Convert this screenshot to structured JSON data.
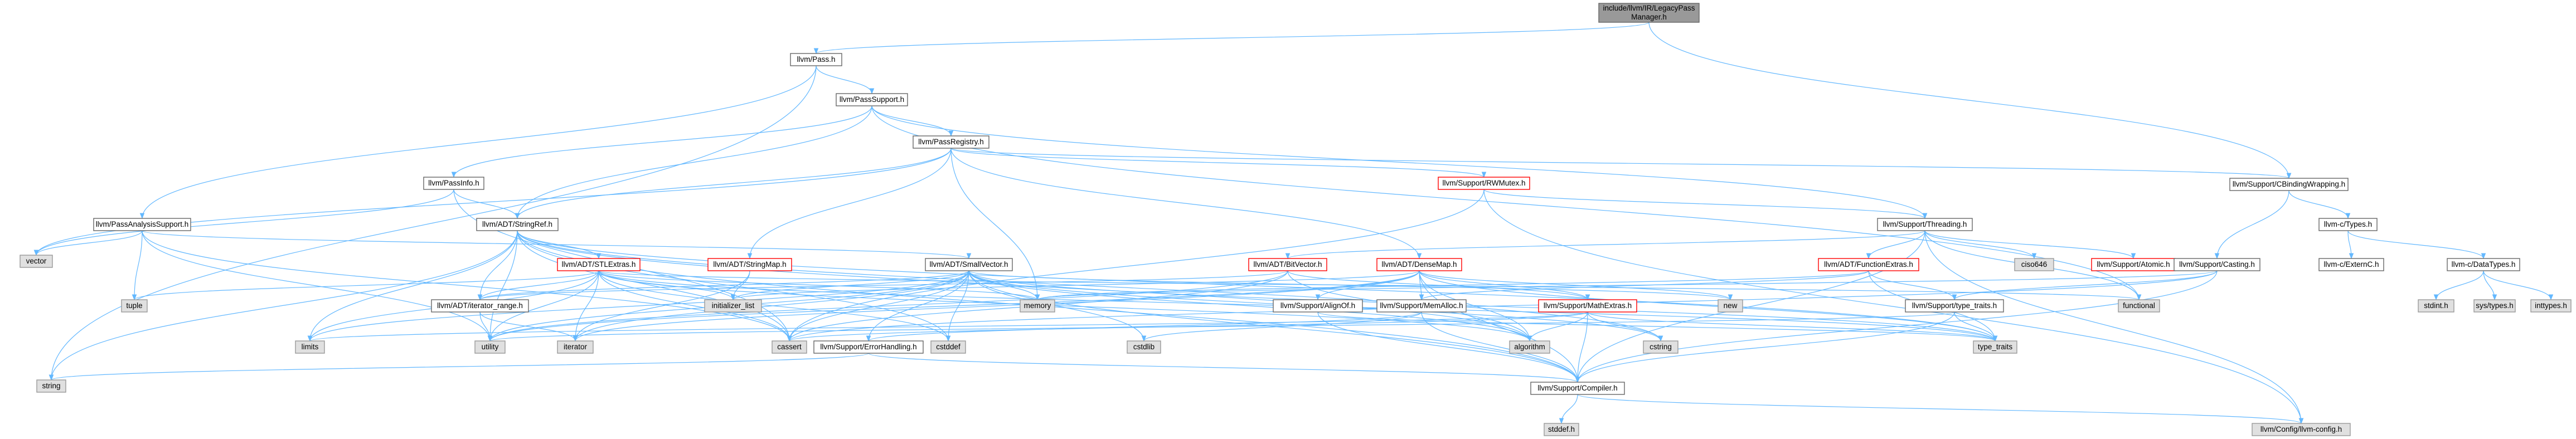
{
  "colors": {
    "edge": "#63b8ff",
    "normal_fill": "#ffffff",
    "normal_stroke": "#666666",
    "red_stroke": "#ff0000",
    "gray_fill": "#e0e0e0",
    "gray_stroke": "#999999",
    "root_fill": "#999999",
    "root_stroke": "#666666"
  },
  "nodes": [
    {
      "id": "root",
      "lines": [
        "include/llvm/IR/LegacyPass",
        "Manager.h"
      ],
      "style": "root"
    },
    {
      "id": "pass",
      "lines": [
        "llvm/Pass.h"
      ],
      "style": "normal"
    },
    {
      "id": "cbinding",
      "lines": [
        "llvm/Support/CBindingWrapping.h"
      ],
      "style": "normal"
    },
    {
      "id": "passsupport",
      "lines": [
        "llvm/PassSupport.h"
      ],
      "style": "normal"
    },
    {
      "id": "passregistry",
      "lines": [
        "llvm/PassRegistry.h"
      ],
      "style": "normal"
    },
    {
      "id": "passinfo",
      "lines": [
        "llvm/PassInfo.h"
      ],
      "style": "normal"
    },
    {
      "id": "rwmutex",
      "lines": [
        "llvm/Support/RWMutex.h"
      ],
      "style": "red"
    },
    {
      "id": "passanalysis",
      "lines": [
        "llvm/PassAnalysisSupport.h"
      ],
      "style": "normal"
    },
    {
      "id": "stringref",
      "lines": [
        "llvm/ADT/StringRef.h"
      ],
      "style": "normal"
    },
    {
      "id": "threading",
      "lines": [
        "llvm/Support/Threading.h"
      ],
      "style": "normal"
    },
    {
      "id": "ctypes",
      "lines": [
        "llvm-c/Types.h"
      ],
      "style": "normal"
    },
    {
      "id": "vector",
      "lines": [
        "vector"
      ],
      "style": "gray"
    },
    {
      "id": "stlextras",
      "lines": [
        "llvm/ADT/STLExtras.h"
      ],
      "style": "red"
    },
    {
      "id": "stringmap",
      "lines": [
        "llvm/ADT/StringMap.h"
      ],
      "style": "red"
    },
    {
      "id": "smallvector",
      "lines": [
        "llvm/ADT/SmallVector.h"
      ],
      "style": "normal"
    },
    {
      "id": "bitvector",
      "lines": [
        "llvm/ADT/BitVector.h"
      ],
      "style": "red"
    },
    {
      "id": "densemap",
      "lines": [
        "llvm/ADT/DenseMap.h"
      ],
      "style": "red"
    },
    {
      "id": "functionextras",
      "lines": [
        "llvm/ADT/FunctionExtras.h"
      ],
      "style": "red"
    },
    {
      "id": "ciso646",
      "lines": [
        "ciso646"
      ],
      "style": "gray"
    },
    {
      "id": "atomic",
      "lines": [
        "llvm/Support/Atomic.h"
      ],
      "style": "red"
    },
    {
      "id": "casting",
      "lines": [
        "llvm/Support/Casting.h"
      ],
      "style": "normal"
    },
    {
      "id": "externc",
      "lines": [
        "llvm-c/ExternC.h"
      ],
      "style": "normal"
    },
    {
      "id": "datatypes",
      "lines": [
        "llvm-c/DataTypes.h"
      ],
      "style": "normal"
    },
    {
      "id": "tuple",
      "lines": [
        "tuple"
      ],
      "style": "gray"
    },
    {
      "id": "iteratorrange",
      "lines": [
        "llvm/ADT/iterator_range.h"
      ],
      "style": "normal"
    },
    {
      "id": "initlist",
      "lines": [
        "initializer_list"
      ],
      "style": "gray"
    },
    {
      "id": "memory",
      "lines": [
        "memory"
      ],
      "style": "gray"
    },
    {
      "id": "alignof",
      "lines": [
        "llvm/Support/AlignOf.h"
      ],
      "style": "normal"
    },
    {
      "id": "memalloc",
      "lines": [
        "llvm/Support/MemAlloc.h"
      ],
      "style": "normal"
    },
    {
      "id": "mathextras",
      "lines": [
        "llvm/Support/MathExtras.h"
      ],
      "style": "red"
    },
    {
      "id": "new",
      "lines": [
        "new"
      ],
      "style": "gray"
    },
    {
      "id": "functional",
      "lines": [
        "functional"
      ],
      "style": "gray"
    },
    {
      "id": "typetraits_h",
      "lines": [
        "llvm/Support/type_traits.h"
      ],
      "style": "normal"
    },
    {
      "id": "stdint",
      "lines": [
        "stdint.h"
      ],
      "style": "gray"
    },
    {
      "id": "systypes",
      "lines": [
        "sys/types.h"
      ],
      "style": "gray"
    },
    {
      "id": "inttypes",
      "lines": [
        "inttypes.h"
      ],
      "style": "gray"
    },
    {
      "id": "limits",
      "lines": [
        "limits"
      ],
      "style": "gray"
    },
    {
      "id": "utility",
      "lines": [
        "utility"
      ],
      "style": "gray"
    },
    {
      "id": "iterator",
      "lines": [
        "iterator"
      ],
      "style": "gray"
    },
    {
      "id": "cassert",
      "lines": [
        "cassert"
      ],
      "style": "gray"
    },
    {
      "id": "errorhandling",
      "lines": [
        "llvm/Support/ErrorHandling.h"
      ],
      "style": "normal"
    },
    {
      "id": "cstddef",
      "lines": [
        "cstddef"
      ],
      "style": "gray"
    },
    {
      "id": "cstdlib",
      "lines": [
        "cstdlib"
      ],
      "style": "gray"
    },
    {
      "id": "algorithm",
      "lines": [
        "algorithm"
      ],
      "style": "gray"
    },
    {
      "id": "cstring",
      "lines": [
        "cstring"
      ],
      "style": "gray"
    },
    {
      "id": "type_traits",
      "lines": [
        "type_traits"
      ],
      "style": "gray"
    },
    {
      "id": "string",
      "lines": [
        "string"
      ],
      "style": "gray"
    },
    {
      "id": "compiler",
      "lines": [
        "llvm/Support/Compiler.h"
      ],
      "style": "normal"
    },
    {
      "id": "stddef",
      "lines": [
        "stddef.h"
      ],
      "style": "gray"
    },
    {
      "id": "llvmconfig",
      "lines": [
        "llvm/Config/llvm-config.h"
      ],
      "style": "gray"
    }
  ]
}
